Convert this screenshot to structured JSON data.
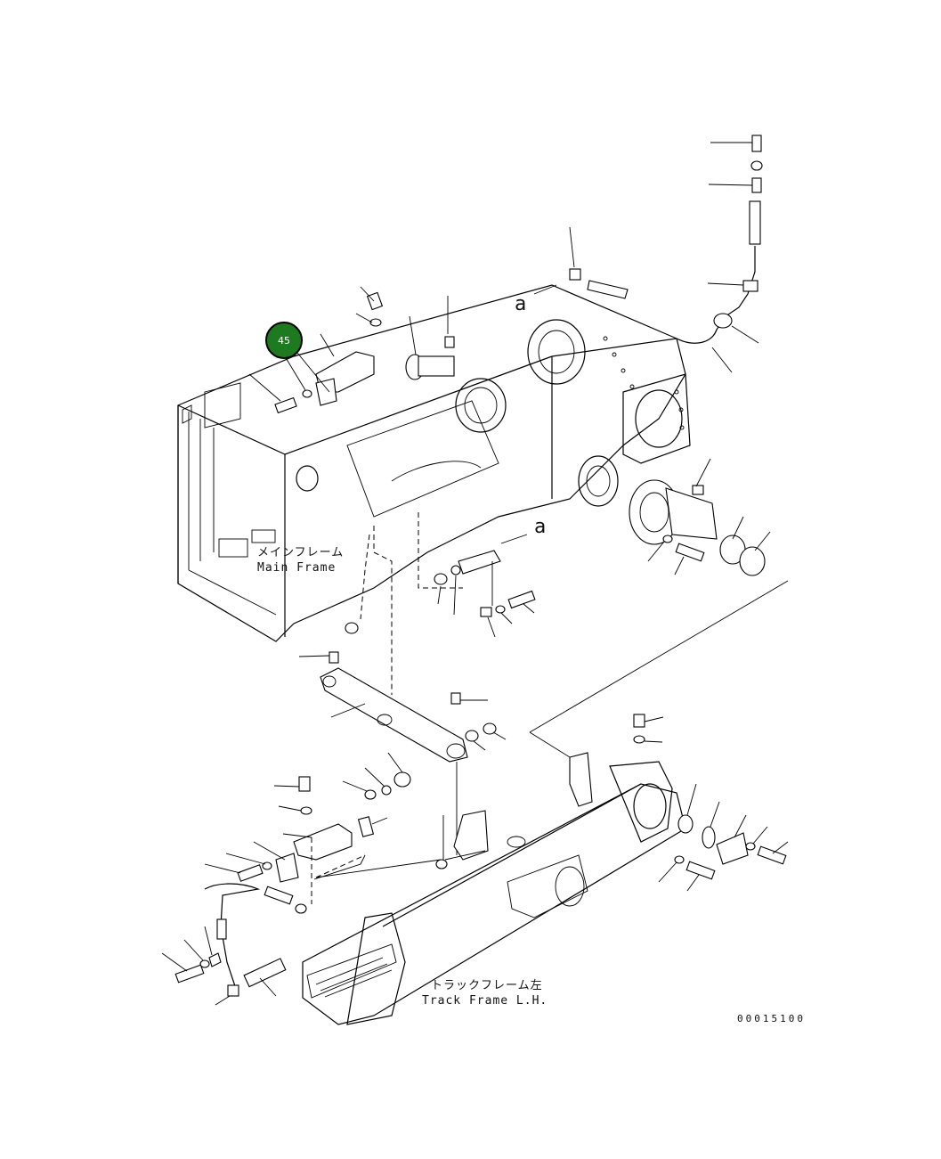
{
  "labels": {
    "main_frame_jp": "メインフレーム",
    "main_frame_en": "Main Frame",
    "track_frame_jp": "トラックフレーム左",
    "track_frame_en": "Track Frame L.H.",
    "view_marker_a": "a",
    "drawing_code": "00015100"
  },
  "callout": {
    "number": "45",
    "fill_color": "#1e7a1e",
    "ring_color": "#000000"
  }
}
